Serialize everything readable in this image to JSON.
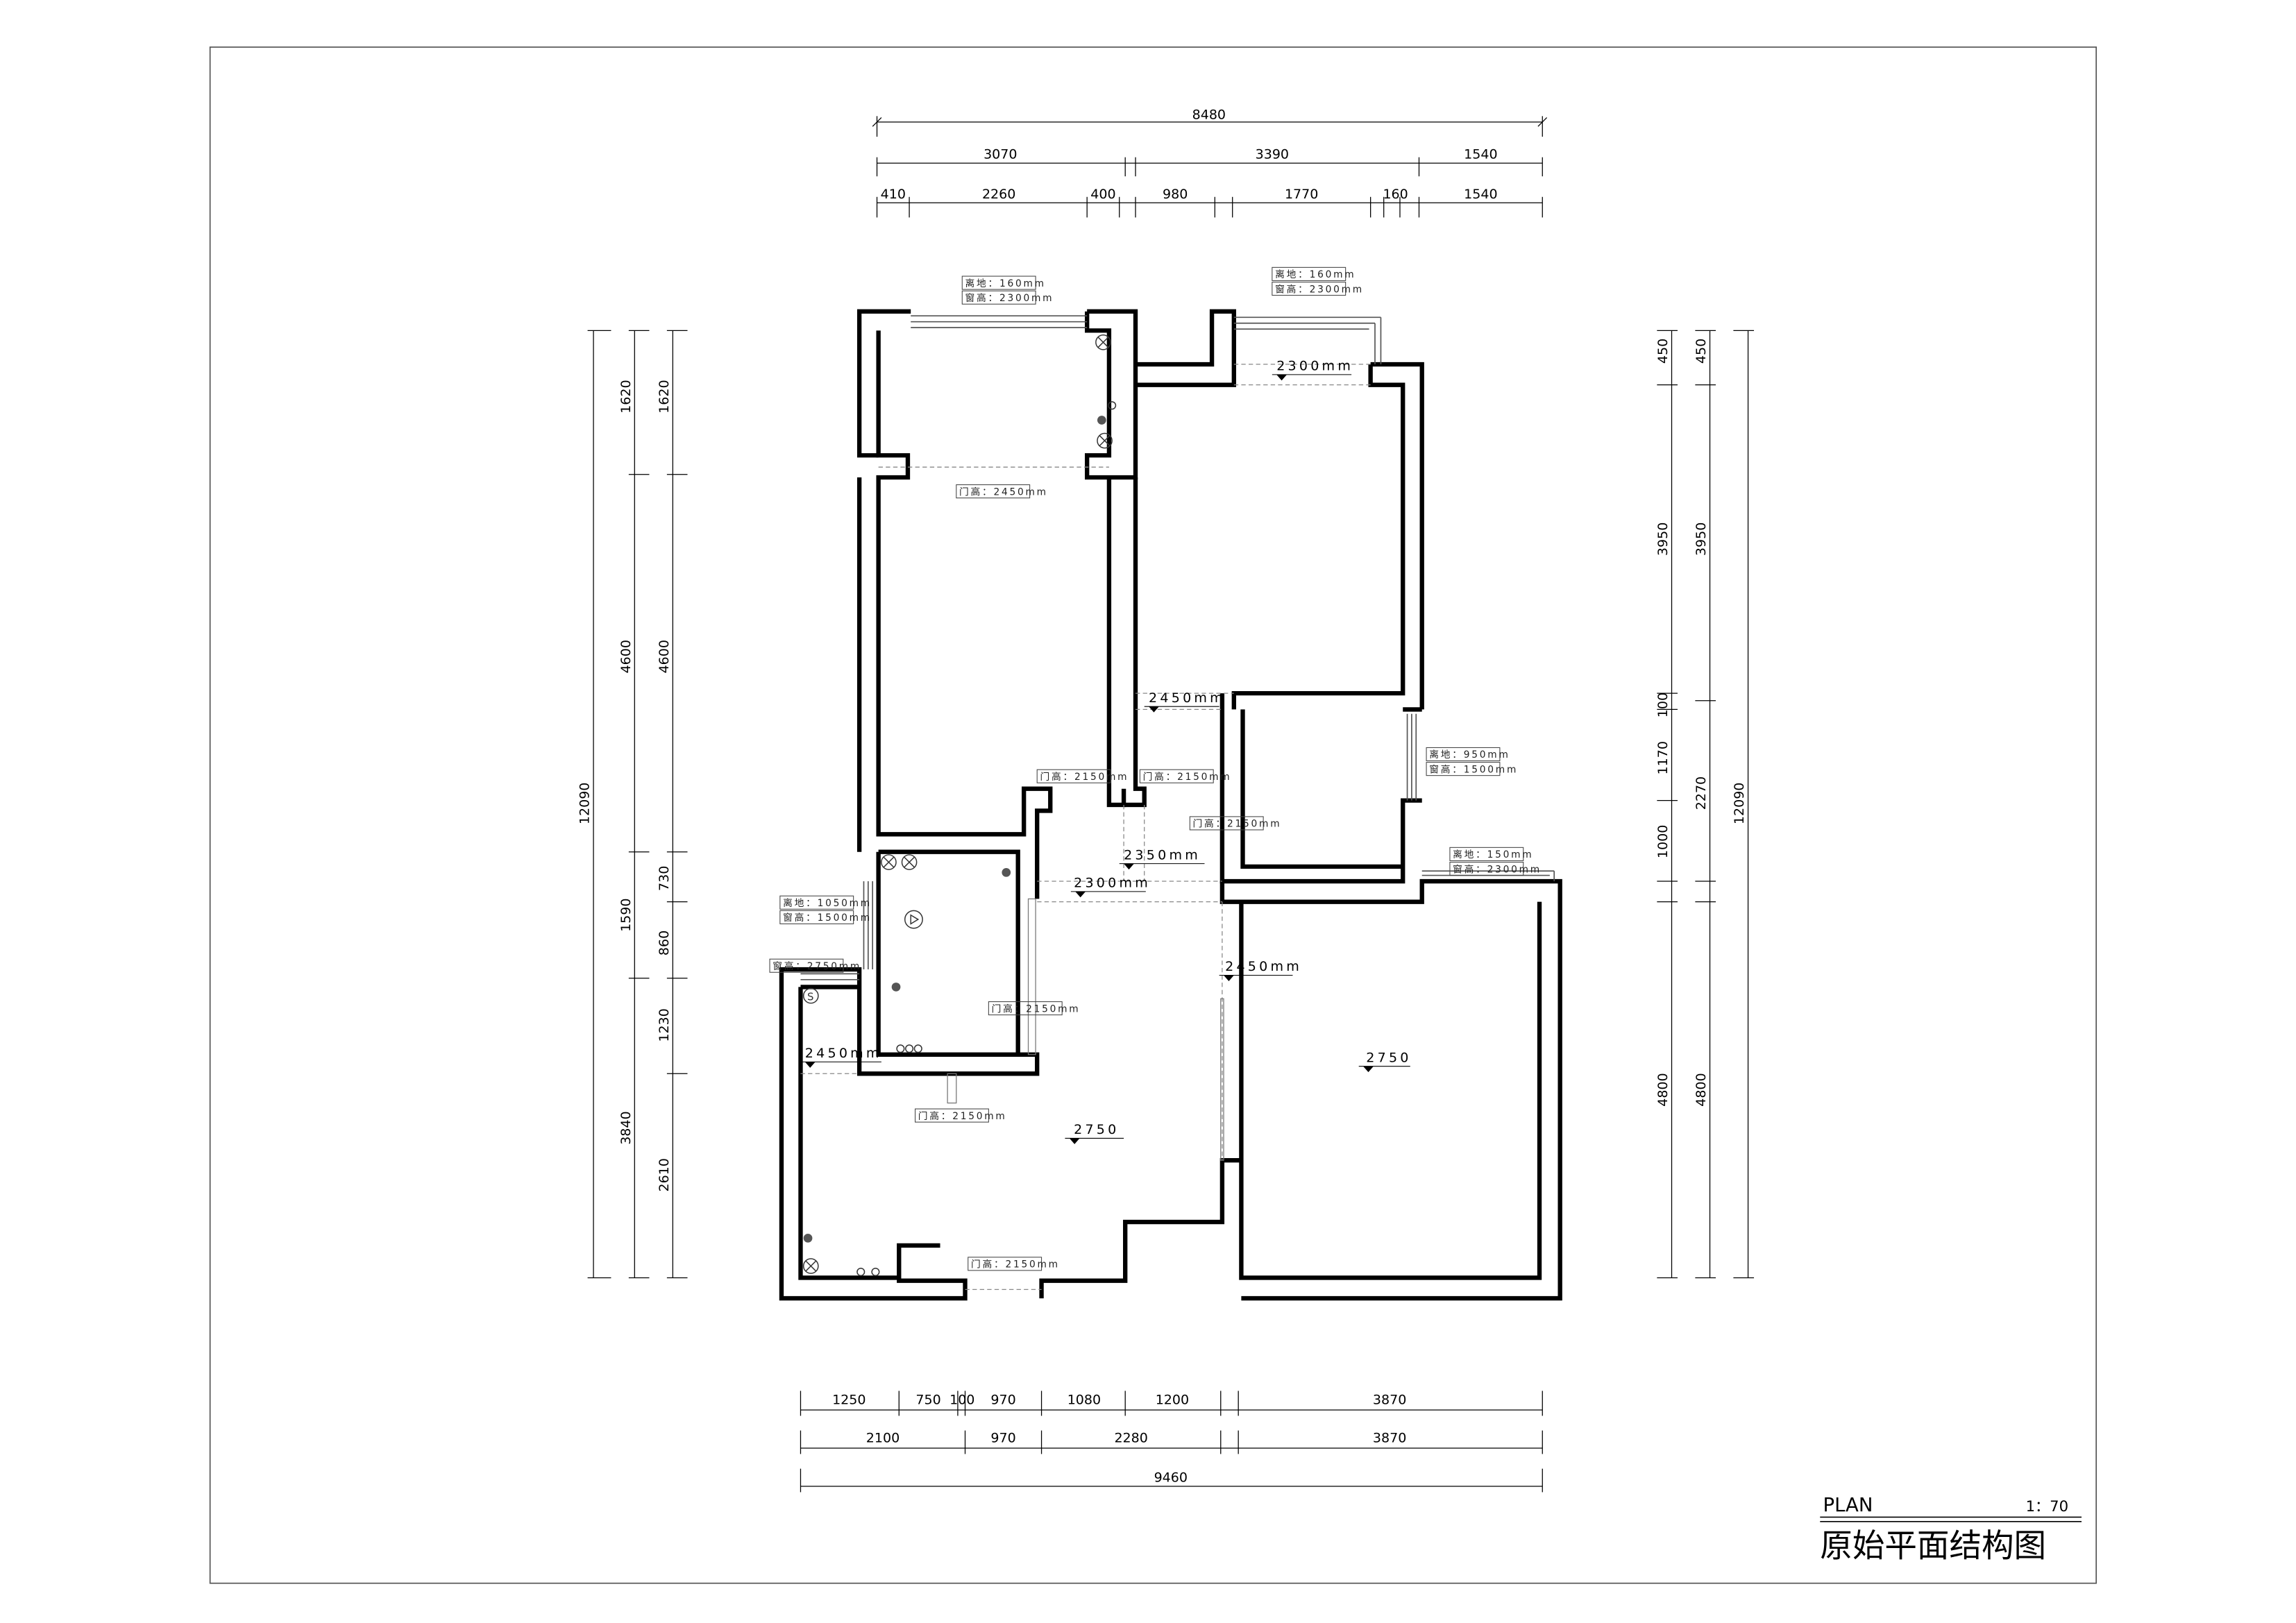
{
  "dimensions": {
    "top_overall": "8480",
    "top_mid": [
      "3070",
      "3390",
      "1540"
    ],
    "top_detail": [
      "410",
      "2260",
      "400",
      "980",
      "1770",
      "160",
      "1540"
    ],
    "bottom_detail": [
      "1250",
      "750",
      "100",
      "970",
      "1080",
      "1200",
      "3870"
    ],
    "bottom_mid": [
      "2100",
      "970",
      "2280",
      "3870"
    ],
    "bottom_overall": "9460",
    "left_outer": "12090",
    "left_mid": [
      "1620",
      "4600",
      "1590",
      "3840"
    ],
    "left_inner": [
      "1620",
      "4600",
      "730",
      "860",
      "1230",
      "2610"
    ],
    "right_inner": [
      "450",
      "3950",
      "100",
      "1170",
      "1000",
      "4800"
    ],
    "right_mid": [
      "450",
      "3950",
      "2270",
      "4800"
    ],
    "right_outer": "12090"
  },
  "annotations": {
    "win_top_left_a": "离地：160mm",
    "win_top_left_b": "窗高：2300mm",
    "win_top_right_a": "离地：160mm",
    "win_top_right_b": "窗高：2300mm",
    "win_mid_right_a": "离地：950mm",
    "win_mid_right_b": "窗高：1500mm",
    "win_right_low_a": "离地：150mm",
    "win_right_low_b": "窗高：2300mm",
    "win_left_a": "离地：1050mm",
    "win_left_b": "窗高：1500mm",
    "win_left_c": "窗高：2750mm",
    "door_1": "门高：2450mm",
    "door_2": "门高：2150mm",
    "door_3": "门高：2150mm",
    "door_4": "门高：2150mm",
    "door_5": "门高：2150mm",
    "door_6": "门高：2150mm",
    "door_7": "门高：2150mm"
  },
  "levels": [
    "2300mm",
    "2450mm",
    "2350mm",
    "2300mm",
    "2450mm",
    "2750",
    "2450mm",
    "2750"
  ],
  "title_block": {
    "plan": "PLAN",
    "scale": "1：70",
    "name": "原始平面结构图"
  }
}
